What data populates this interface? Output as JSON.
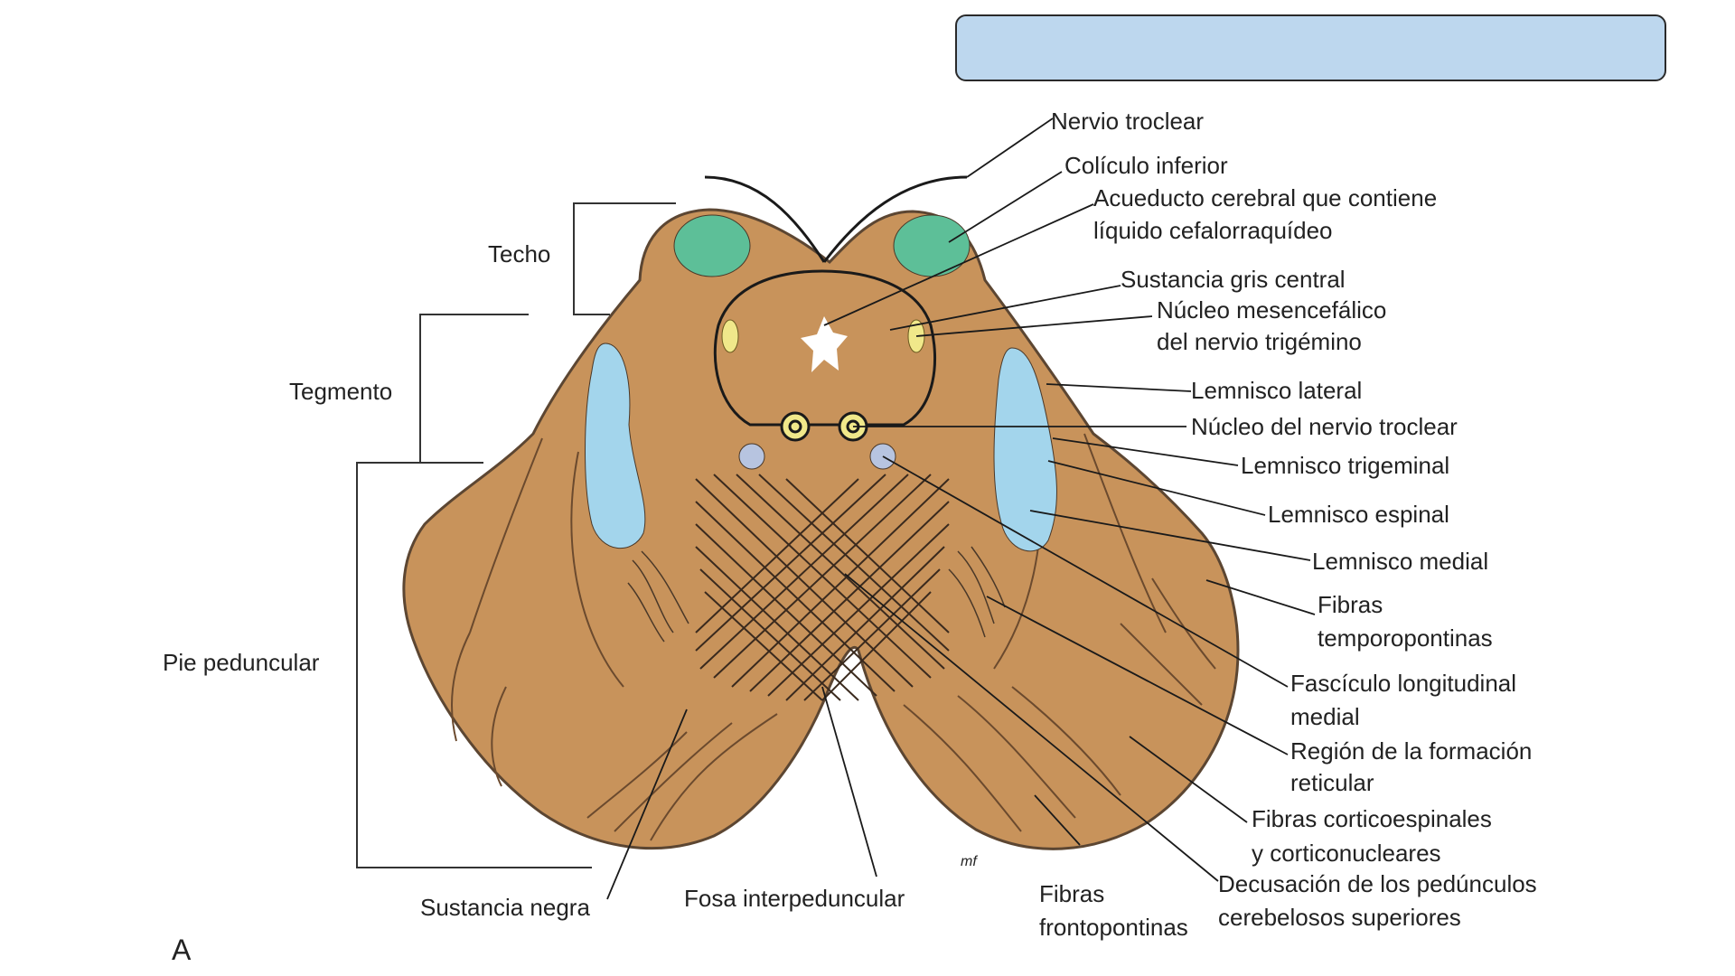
{
  "colors": {
    "tissue": "#c8935b",
    "tissue_outline": "#5c4632",
    "colliculus": "#5dbf98",
    "lemniscus": "#a3d5ec",
    "mesencephalic_nucleus": "#f0e88a",
    "mlf": "#b7c4e0",
    "header_box": "#bdd7ee"
  },
  "region_labels": {
    "techo": "Techo",
    "tegmento": "Tegmento",
    "pie_peduncular": "Pie peduncular"
  },
  "labels": {
    "nervio_troclear": "Nervio troclear",
    "coliculo_inferior": "Colículo inferior",
    "acueducto_1": "Acueducto cerebral que contiene",
    "acueducto_2": "líquido cefalorraquídeo",
    "sustancia_gris": "Sustancia gris central",
    "nucleo_mesencefalico_1": "Núcleo mesencefálico",
    "nucleo_mesencefalico_2": "del nervio trigémino",
    "lemnisco_lateral": "Lemnisco lateral",
    "nucleo_troclear": "Núcleo del nervio troclear",
    "lemnisco_trigeminal": "Lemnisco trigeminal",
    "lemnisco_espinal": "Lemnisco espinal",
    "lemnisco_medial": "Lemnisco medial",
    "fibras_temporo_1": "Fibras",
    "fibras_temporo_2": "temporopontinas",
    "fasciculo_1": "Fascículo longitudinal",
    "fasciculo_2": "medial",
    "reticular_1": "Región de la formación",
    "reticular_2": "reticular",
    "corticoespinales_1": "Fibras corticoespinales",
    "corticoespinales_2": "y corticonucleares",
    "decusacion_1": "Decusación de los pedúnculos",
    "decusacion_2": "cerebelosos superiores",
    "fronto_1": "Fibras",
    "fronto_2": "frontopontinas",
    "fosa": "Fosa interpeduncular",
    "sustancia_negra": "Sustancia negra"
  },
  "panel_letter": "A",
  "signature": "mf"
}
